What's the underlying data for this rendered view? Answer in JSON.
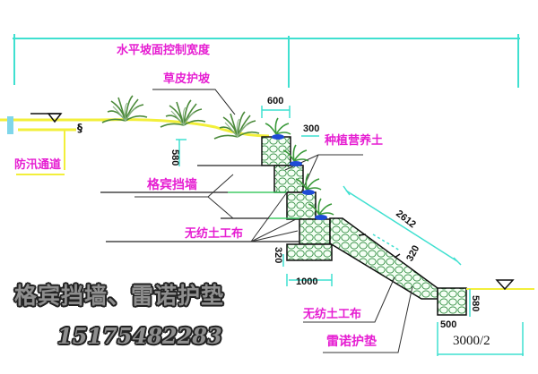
{
  "diagram": {
    "title_dimension": "水平坡面控制宽度",
    "labels": {
      "grass_slope": "草皮护坡",
      "flood_channel": "防汛通道",
      "gabion_wall": "格宾挡墙",
      "planting_soil": "种植营养土",
      "geotextile_upper": "无纺土工布",
      "geotextile_lower": "无纺土工布",
      "reno_mattress": "雷诺护垫"
    },
    "dimensions": {
      "top_width": "600",
      "step": "300",
      "height_left": "580",
      "base_height": "320",
      "toe_length": "1000",
      "slope_length": "2612",
      "slope_thickness": "320",
      "toe_height": "580",
      "toe_width": "500",
      "half_width": "3000/2"
    },
    "symbols": {
      "water_level_left": "water-level-triangle",
      "water_level_right": "water-level-triangle",
      "break_mark": "§"
    },
    "colors": {
      "label": "#e61fd2",
      "dimension_line": "#3fe0d0",
      "ground_line": "#f2ef3a",
      "gabion_fill": "#3aa655",
      "outline": "#1a1a1a"
    }
  },
  "banner": {
    "headline": "格宾挡墙、雷诺护垫",
    "phone": "15175482283"
  }
}
